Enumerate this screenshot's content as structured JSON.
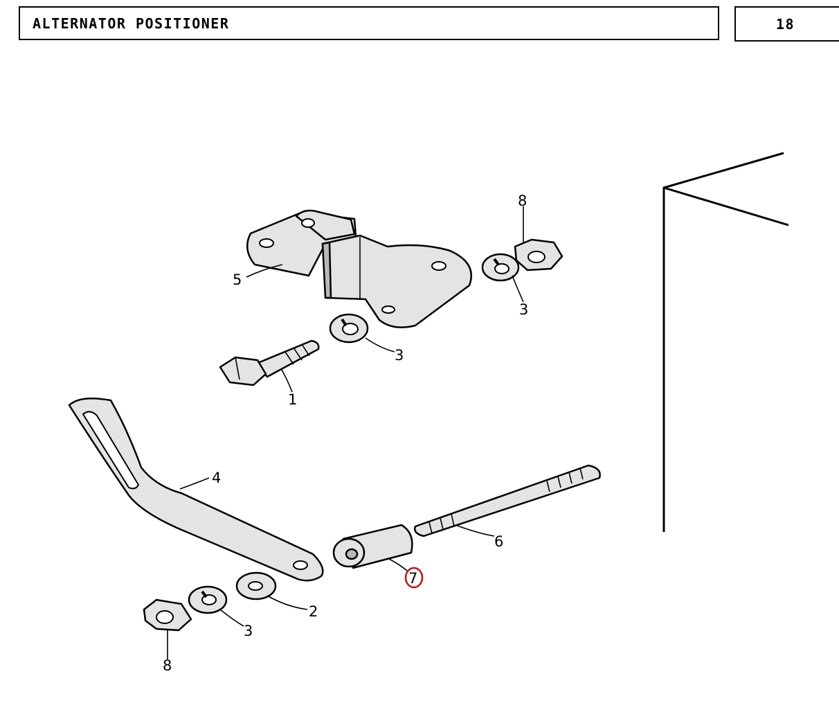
{
  "header": {
    "title": "ALTERNATOR POSITIONER",
    "page_number": "18"
  },
  "callouts": {
    "c1": "1",
    "c2": "2",
    "c3a": "3",
    "c3b": "3",
    "c3c": "3",
    "c4": "4",
    "c5": "5",
    "c6": "6",
    "c7": "7",
    "c8a": "8",
    "c8b": "8"
  },
  "highlight": {
    "callout": "7",
    "color": "#cc1111"
  }
}
